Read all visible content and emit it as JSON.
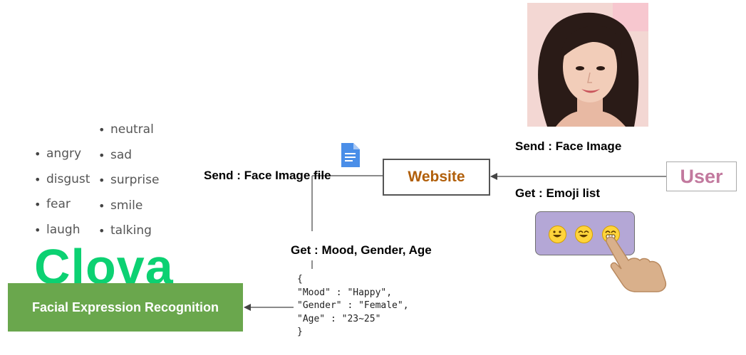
{
  "emotions": {
    "left_column": [
      "angry",
      "disgust",
      "fear",
      "laugh"
    ],
    "right_column": [
      "neutral",
      "sad",
      "surprise",
      "smile",
      "talking"
    ]
  },
  "clova": {
    "logo_text": "Clova",
    "service_label": "Facial Expression Recognition",
    "brand_color": "#0cd172",
    "service_color": "#6aa74d"
  },
  "website": {
    "label": "Website",
    "color": "#b15f0a"
  },
  "user": {
    "label": "User",
    "color": "#c2799e"
  },
  "edges": {
    "send_face_image_file": "Send : Face Image file",
    "get_mood_gender_age": "Get : Mood, Gender,  Age",
    "send_face_image": "Send : Face Image",
    "get_emoji_list": "Get : Emoji list"
  },
  "response_json": {
    "open": "{",
    "mood_line": "\"Mood\" : \"Happy\",",
    "gender_line": "\"Gender\" : \"Female\",",
    "age_line": "\"Age\" : \"23~25\"",
    "close": "}"
  },
  "icons": {
    "file": "document-file-icon",
    "photo": "face-photo",
    "emoji_panel": [
      "grinning-face-icon",
      "grinning-smiling-eyes-icon",
      "grimacing-face-icon"
    ],
    "pointer": "pointing-hand-icon"
  },
  "emoji_panel_color": "#b4a7d6"
}
